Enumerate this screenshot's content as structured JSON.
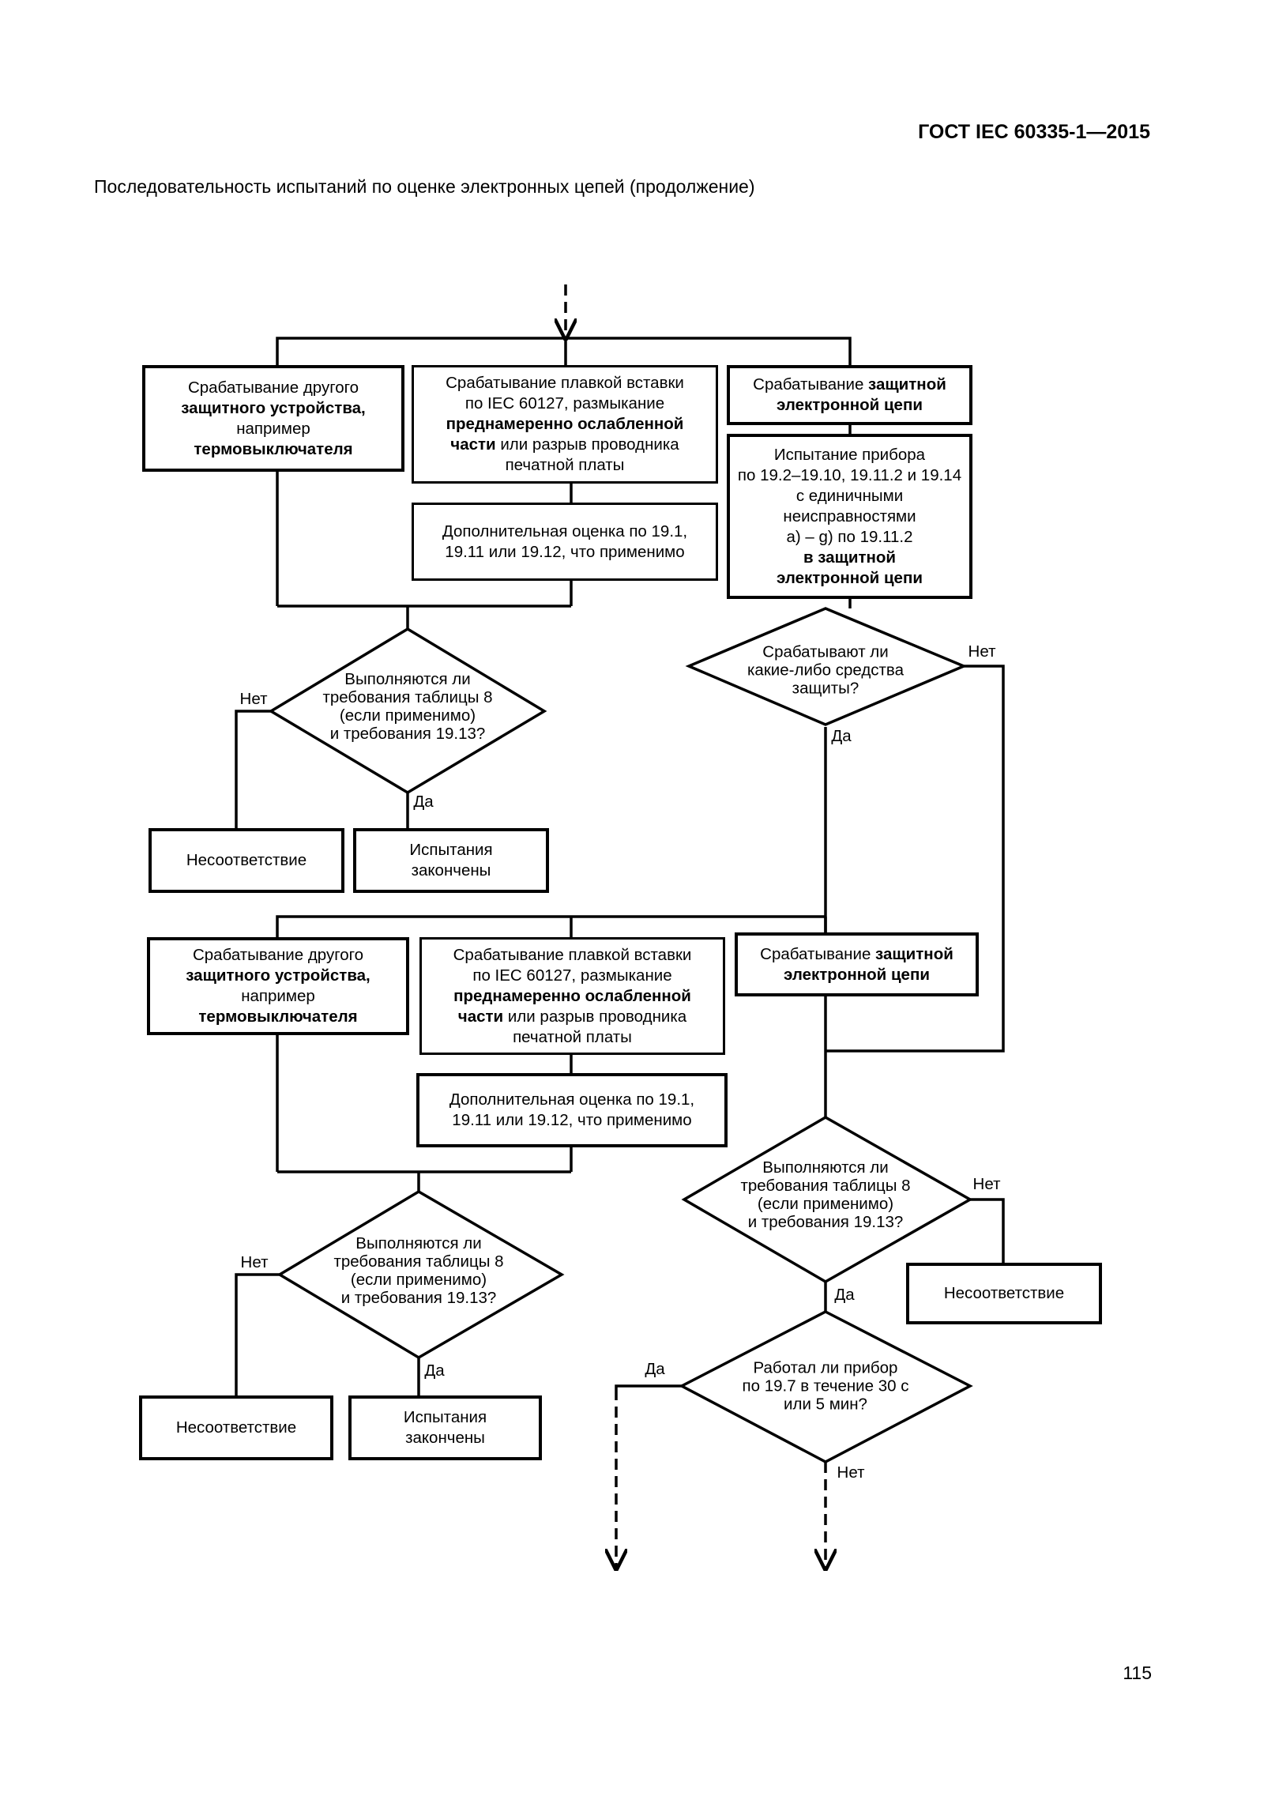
{
  "header": {
    "doc_number": "ГОСТ IEC 60335-1—2015",
    "caption": "Последовательность испытаний по оценке электронных цепей (продолжение)",
    "page_number": "115"
  },
  "labels": {
    "yes": "Да",
    "no": "Нет"
  },
  "boxes": {
    "other_device": {
      "l1": "Срабатывание другого",
      "l2": "защитного устройства,",
      "l3": "например",
      "l4": "термовыключателя"
    },
    "fuse": {
      "l1": "Срабатывание плавкой вставки",
      "l2": "по IEC 60127, размыкание",
      "l3": "преднамеренно ослабленной",
      "l4a": "части",
      "l4b": " или разрыв проводника",
      "l5": "печатной платы"
    },
    "additional_eval": {
      "l1": "Дополнительная оценка по 19.1,",
      "l2": "19.11 или 19.12, что применимо"
    },
    "protective_circuit": {
      "l1a": "Срабатывание ",
      "l1b": "защитной",
      "l2": "электронной цепи"
    },
    "appliance_test": {
      "l1": "Испытание прибора",
      "l2": "по 19.2–19.10, 19.11.2 и 19.14",
      "l3": "с единичными",
      "l4": "неисправностями",
      "l5": "a) – g) по 19.11.2",
      "l6": "в защитной",
      "l7": "электронной цепи"
    },
    "nonconformity": "Несоответствие",
    "tests_done": {
      "l1": "Испытания",
      "l2": "закончены"
    }
  },
  "decisions": {
    "requirements": {
      "l1": "Выполняются ли",
      "l2": "требования таблицы 8",
      "l3": "(если применимо)",
      "l4": "и требования 19.13?"
    },
    "any_protection": {
      "l1": "Срабатывают ли",
      "l2": "какие-либо средства",
      "l3": "защиты?"
    },
    "worked_30s": {
      "l1": "Работал ли прибор",
      "l2": "по 19.7 в течение 30 с",
      "l3": "или 5 мин?"
    }
  }
}
